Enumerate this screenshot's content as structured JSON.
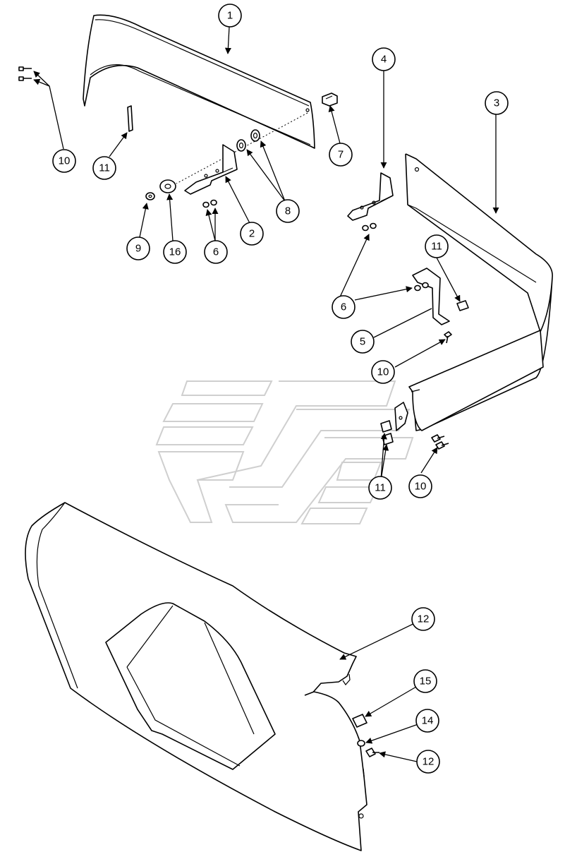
{
  "diagram": {
    "callouts": [
      {
        "label": "1"
      },
      {
        "label": "4"
      },
      {
        "label": "3"
      },
      {
        "label": "10"
      },
      {
        "label": "11"
      },
      {
        "label": "7"
      },
      {
        "label": "2"
      },
      {
        "label": "8"
      },
      {
        "label": "9"
      },
      {
        "label": "16"
      },
      {
        "label": "6"
      },
      {
        "label": "11"
      },
      {
        "label": "6"
      },
      {
        "label": "5"
      },
      {
        "label": "10"
      },
      {
        "label": "11"
      },
      {
        "label": "10"
      },
      {
        "label": "12"
      },
      {
        "label": "15"
      },
      {
        "label": "14"
      },
      {
        "label": "12"
      }
    ]
  }
}
